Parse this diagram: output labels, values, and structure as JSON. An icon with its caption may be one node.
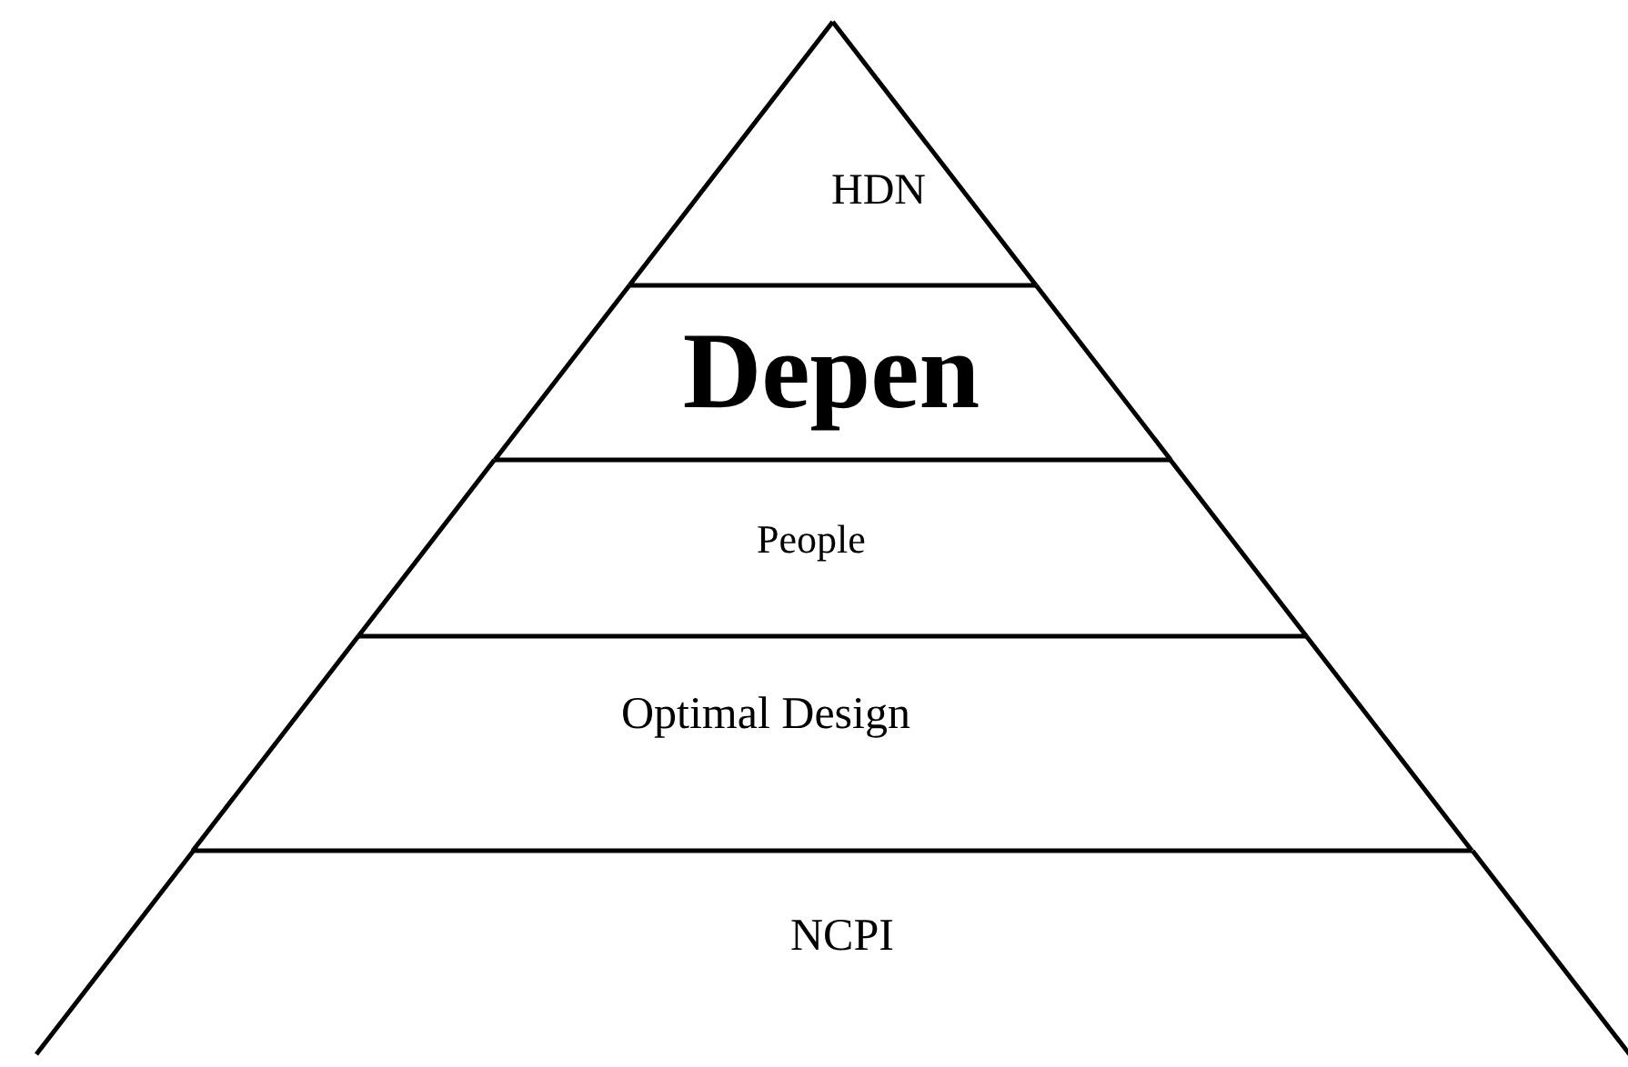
{
  "diagram": {
    "nodes": [
      {
        "text": [
          "HDN"
        ]
      },
      {
        "text": [
          "Depen"
        ]
      },
      {
        "text": [
          "People"
        ]
      },
      {
        "text": [
          "Optimal Design"
        ]
      },
      {
        "text": [
          "NCPI"
        ]
      }
    ]
  }
}
